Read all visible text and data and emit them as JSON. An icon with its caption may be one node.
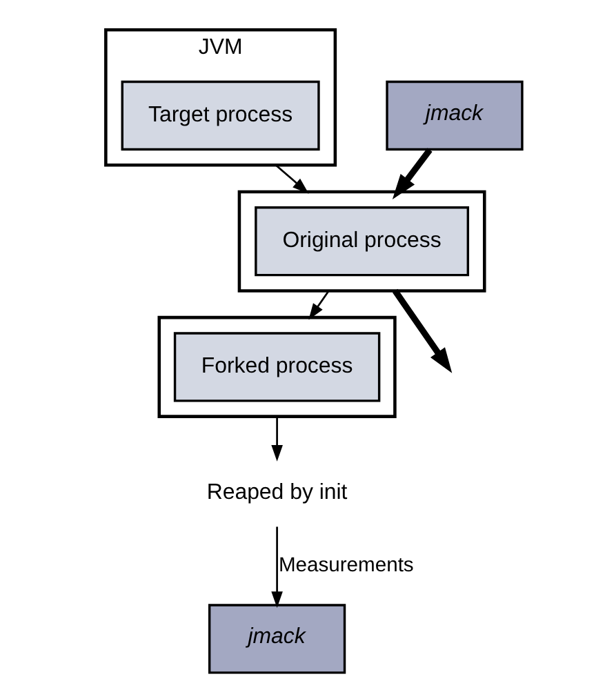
{
  "diagram": {
    "nodes": [
      {
        "text": [
          "JVM"
        ]
      },
      {
        "text": [
          "Target process"
        ],
        "in": 0
      },
      {
        "text": [],
        "shape": "box"
      },
      {
        "text": [
          "Original process"
        ],
        "in": 2
      },
      {
        "text": [
          "jmack"
        ]
      },
      {
        "text": [],
        "shape": "box"
      },
      {
        "text": [
          "Forked process"
        ],
        "in": 5
      },
      {
        "text": [
          "Reaped by init"
        ]
      },
      {
        "text": [
          "jmack"
        ]
      }
    ],
    "edges": [
      {
        "from": 0,
        "to": 2,
        "arrow": "to"
      },
      {
        "from": 4,
        "to": 2,
        "arrow": "to",
        "style": "thick"
      },
      {
        "from": 2,
        "to": 5,
        "arrow": "to"
      },
      {
        "from": 5,
        "to": 7,
        "arrow": "to"
      },
      {
        "from": 7,
        "to": 8,
        "arrow": "to",
        "label": "Measurements"
      },
      {
        "from": 2,
        "to": null,
        "arrow": "to",
        "style": "thick"
      }
    ]
  }
}
